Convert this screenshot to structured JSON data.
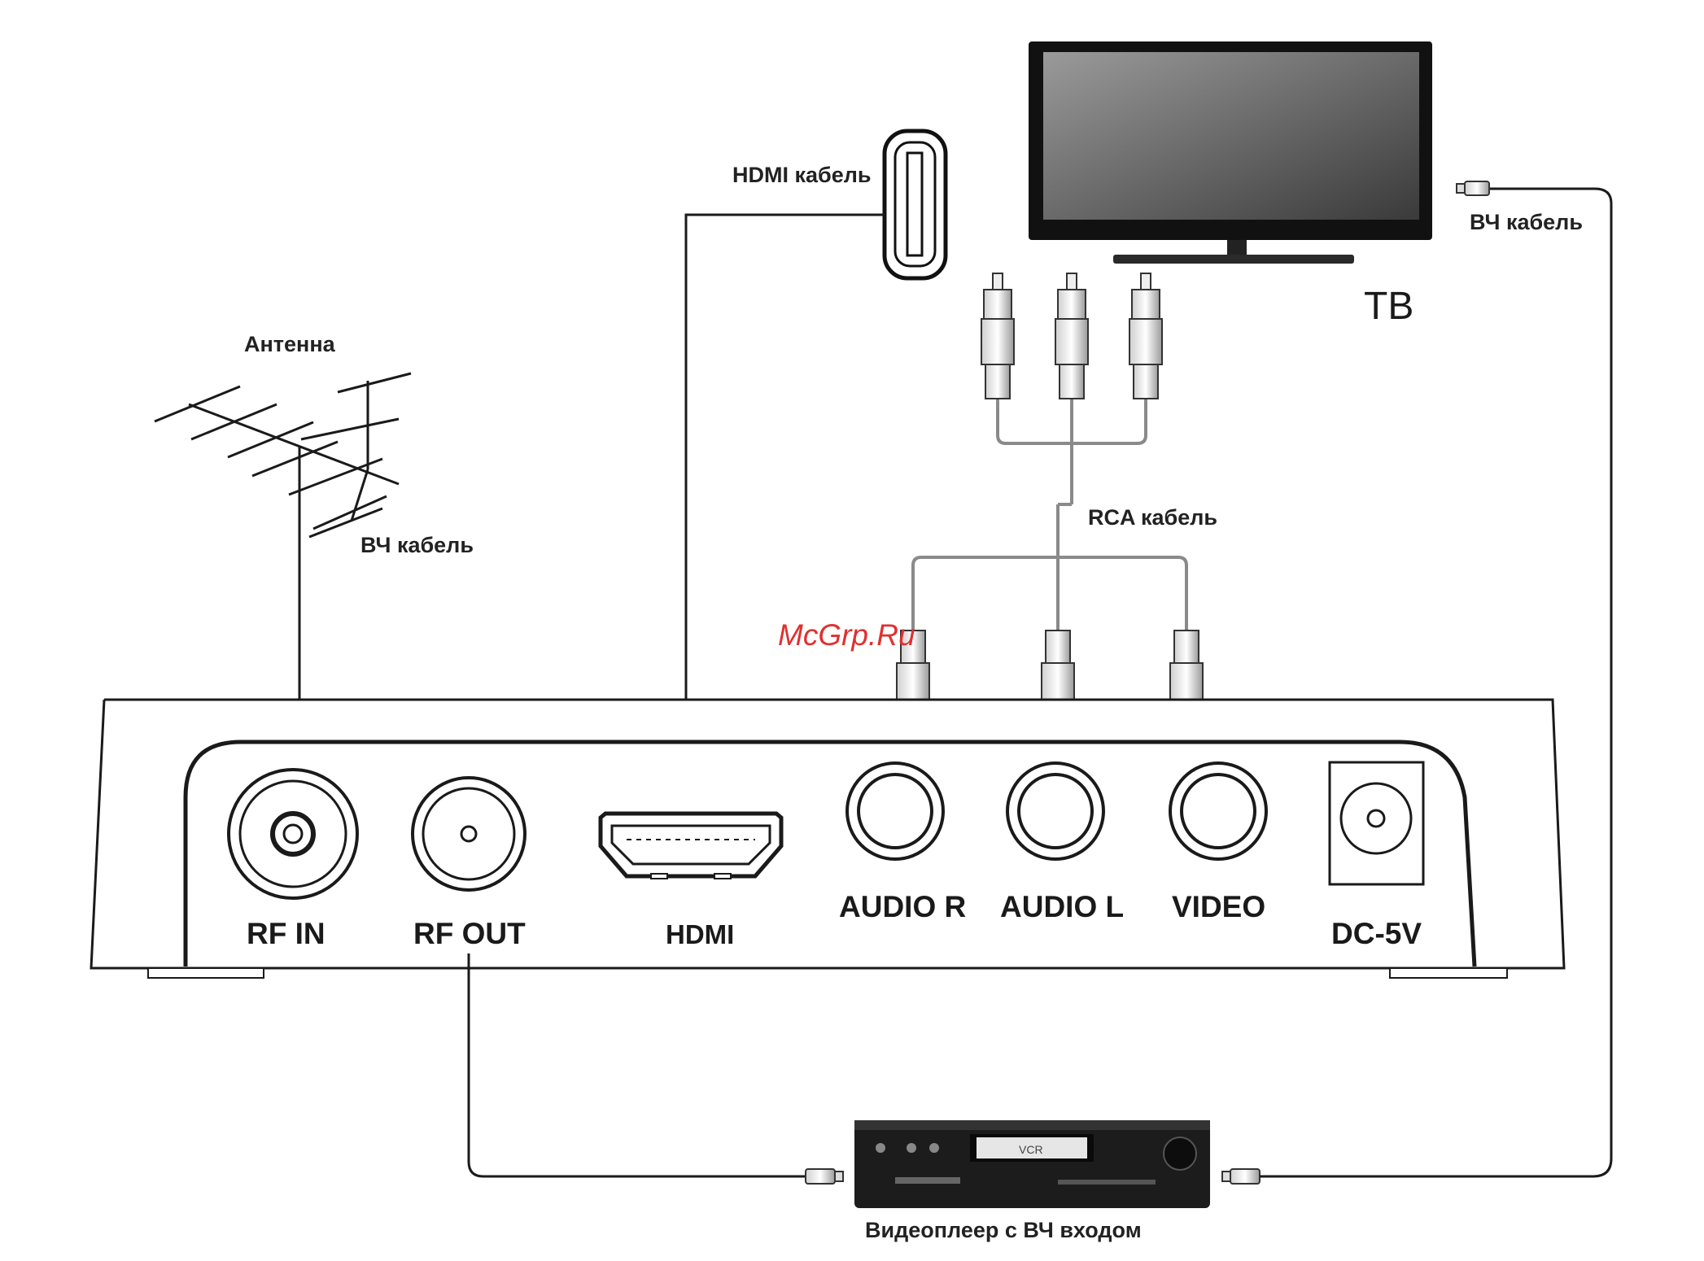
{
  "labels": {
    "hdmi_cable": "HDMI кабель",
    "antenna": "Антенна",
    "rf_cable_antenna": "ВЧ кабель",
    "rf_cable_tv": "ВЧ кабель",
    "rca_cable": "RCA кабель",
    "tv": "ТВ",
    "video_player": "Видеоплеер с ВЧ входом",
    "watermark": "McGrp.Ru"
  },
  "ports": {
    "rf_in": "RF IN",
    "rf_out": "RF OUT",
    "hdmi": "HDMI",
    "audio_r": "AUDIO R",
    "audio_l": "AUDIO L",
    "video": "VIDEO",
    "dc": "DC-5V"
  },
  "vcr": {
    "display": "VCR"
  },
  "colors": {
    "line": "#1a1a1a",
    "cable_gray": "#9a9a9a",
    "watermark": "#e03030"
  }
}
